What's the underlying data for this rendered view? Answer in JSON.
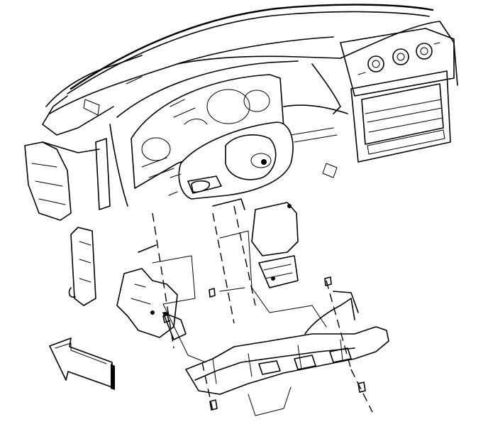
{
  "figure": {
    "background": "#ffffff",
    "line_color": "#000000",
    "parts": [
      "instrument-panel-top-cover",
      "instrument-cluster",
      "hvac-control-head",
      "radio-opening",
      "steering-column",
      "knee-bolster-bracket-left",
      "knee-bolster-bracket-right",
      "knee-bolster-reinforcement",
      "fasteners",
      "front-direction-arrow"
    ]
  }
}
